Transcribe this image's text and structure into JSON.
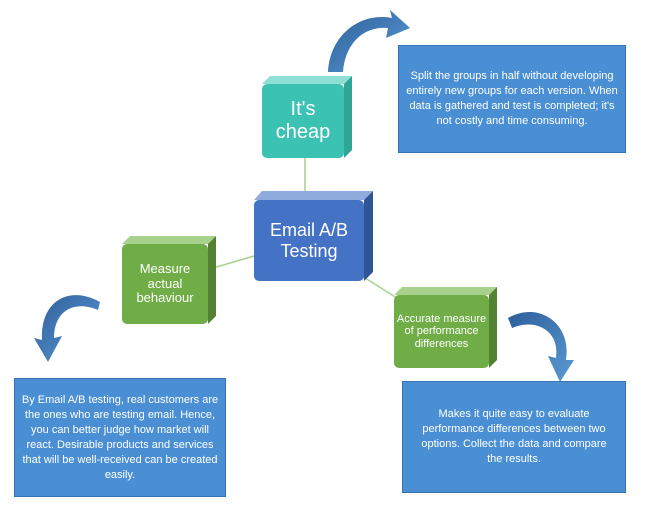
{
  "nodes": {
    "center": {
      "label": "Email A/B Testing",
      "color": "#4472c4"
    },
    "cheap": {
      "label": "It's cheap",
      "color": "#3cc2b2"
    },
    "measure": {
      "label": "Measure actual behaviour",
      "color": "#70ad47"
    },
    "accurate": {
      "label": "Accurate measure of performance differences",
      "color": "#70ad47"
    }
  },
  "notes": {
    "cheap": "Split the groups in half without developing entirely new groups for each version. When data is gathered and test is completed; it's not costly and time consuming.",
    "measure": "By Email A/B testing, real customers are the ones who are testing email. Hence, you can better judge how market will react. Desirable products and services that will be well-received can be created easily.",
    "accurate": "Makes it quite easy to evaluate performance differences between two options. Collect the data and compare the results."
  },
  "colors": {
    "note_bg": "#4a8fd4",
    "arrow": "#4a8fd4",
    "connector": "#a9d18e"
  }
}
